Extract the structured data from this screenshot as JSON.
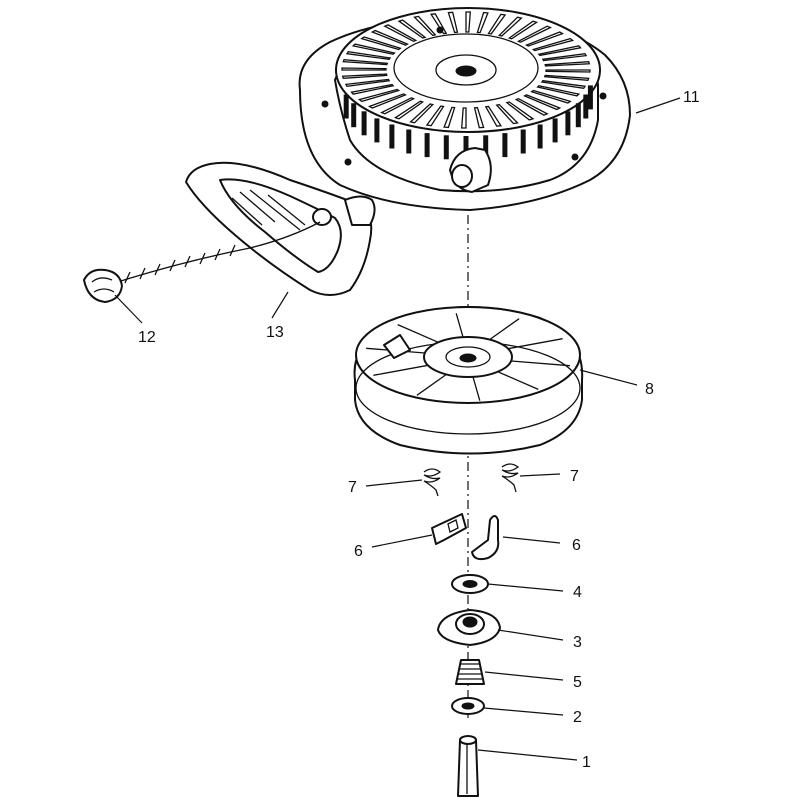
{
  "diagram": {
    "callouts": [
      {
        "id": "c11",
        "text": "11"
      },
      {
        "id": "c12",
        "text": "12"
      },
      {
        "id": "c13",
        "text": "13"
      },
      {
        "id": "c8",
        "text": "8"
      },
      {
        "id": "c7l",
        "text": "7"
      },
      {
        "id": "c7r",
        "text": "7"
      },
      {
        "id": "c6l",
        "text": "6"
      },
      {
        "id": "c6r",
        "text": "6"
      },
      {
        "id": "c4",
        "text": "4"
      },
      {
        "id": "c3",
        "text": "3"
      },
      {
        "id": "c5",
        "text": "5"
      },
      {
        "id": "c2",
        "text": "2"
      },
      {
        "id": "c1",
        "text": "1"
      }
    ]
  }
}
